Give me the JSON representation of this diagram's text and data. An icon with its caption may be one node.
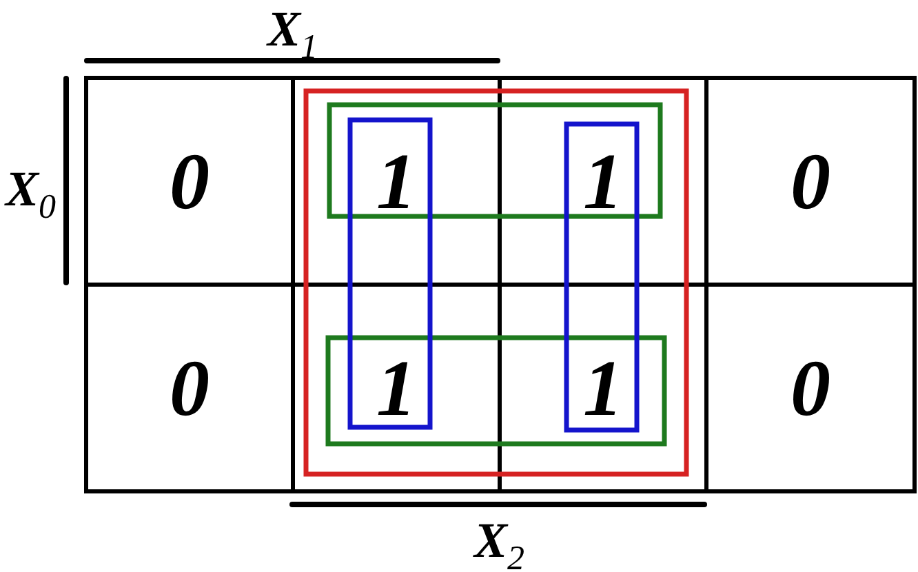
{
  "diagram": {
    "labels": [
      "X$_{1}$",
      "X$_{0}$",
      "0",
      "1",
      "1",
      "0",
      "0",
      "1",
      "1",
      "0",
      "X$_{2}$"
    ]
  }
}
